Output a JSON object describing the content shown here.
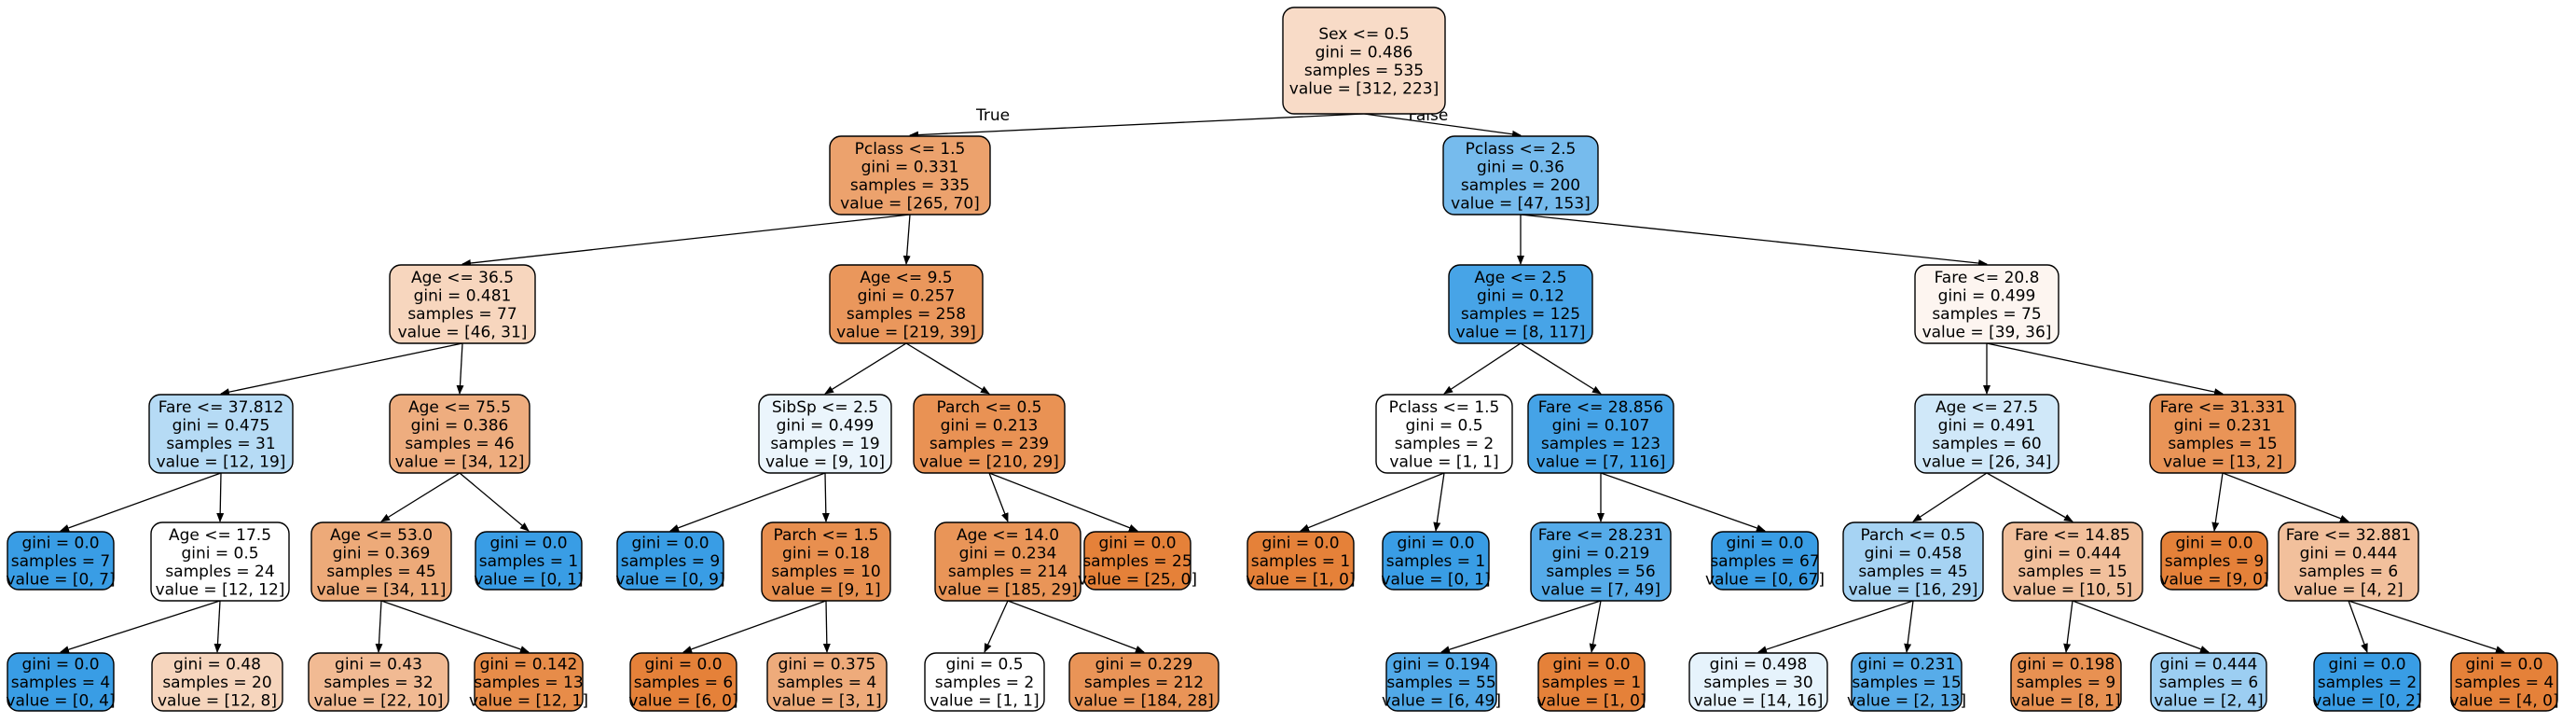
{
  "diagram": {
    "type": "decision-tree",
    "colors": {
      "class0": "#e58139",
      "class1": "#399de5",
      "edge": "#000000",
      "border": "#000000"
    },
    "edge_labels": {
      "true": "True",
      "false": "False"
    },
    "nodes": [
      {
        "id": 0,
        "lines": [
          "Sex <= 0.5",
          "gini = 0.486",
          "samples = 535",
          "value = [312, 223]"
        ],
        "value": [
          312,
          223
        ]
      },
      {
        "id": 1,
        "lines": [
          "Pclass <= 1.5",
          "gini = 0.331",
          "samples = 335",
          "value = [265, 70]"
        ],
        "value": [
          265,
          70
        ]
      },
      {
        "id": 2,
        "lines": [
          "Pclass <= 2.5",
          "gini = 0.36",
          "samples = 200",
          "value = [47, 153]"
        ],
        "value": [
          47,
          153
        ]
      },
      {
        "id": 3,
        "lines": [
          "Age <= 36.5",
          "gini = 0.481",
          "samples = 77",
          "value = [46, 31]"
        ],
        "value": [
          46,
          31
        ]
      },
      {
        "id": 4,
        "lines": [
          "Age <= 9.5",
          "gini = 0.257",
          "samples = 258",
          "value = [219, 39]"
        ],
        "value": [
          219,
          39
        ]
      },
      {
        "id": 5,
        "lines": [
          "Age <= 2.5",
          "gini = 0.12",
          "samples = 125",
          "value = [8, 117]"
        ],
        "value": [
          8,
          117
        ]
      },
      {
        "id": 6,
        "lines": [
          "Fare <= 20.8",
          "gini = 0.499",
          "samples = 75",
          "value = [39, 36]"
        ],
        "value": [
          39,
          36
        ]
      },
      {
        "id": 7,
        "lines": [
          "Fare <= 37.812",
          "gini = 0.475",
          "samples = 31",
          "value = [12, 19]"
        ],
        "value": [
          12,
          19
        ]
      },
      {
        "id": 8,
        "lines": [
          "Age <= 75.5",
          "gini = 0.386",
          "samples = 46",
          "value = [34, 12]"
        ],
        "value": [
          34,
          12
        ]
      },
      {
        "id": 9,
        "lines": [
          "SibSp <= 2.5",
          "gini = 0.499",
          "samples = 19",
          "value = [9, 10]"
        ],
        "value": [
          9,
          10
        ]
      },
      {
        "id": 10,
        "lines": [
          "Parch <= 0.5",
          "gini = 0.213",
          "samples = 239",
          "value = [210, 29]"
        ],
        "value": [
          210,
          29
        ]
      },
      {
        "id": 11,
        "lines": [
          "Pclass <= 1.5",
          "gini = 0.5",
          "samples = 2",
          "value = [1, 1]"
        ],
        "value": [
          1,
          1
        ]
      },
      {
        "id": 12,
        "lines": [
          "Fare <= 28.856",
          "gini = 0.107",
          "samples = 123",
          "value = [7, 116]"
        ],
        "value": [
          7,
          116
        ]
      },
      {
        "id": 13,
        "lines": [
          "Age <= 27.5",
          "gini = 0.491",
          "samples = 60",
          "value = [26, 34]"
        ],
        "value": [
          26,
          34
        ]
      },
      {
        "id": 14,
        "lines": [
          "Fare <= 31.331",
          "gini = 0.231",
          "samples = 15",
          "value = [13, 2]"
        ],
        "value": [
          13,
          2
        ]
      },
      {
        "id": 15,
        "lines": [
          "gini = 0.0",
          "samples = 7",
          "value = [0, 7]"
        ],
        "value": [
          0,
          7
        ]
      },
      {
        "id": 16,
        "lines": [
          "Age <= 17.5",
          "gini = 0.5",
          "samples = 24",
          "value = [12, 12]"
        ],
        "value": [
          12,
          12
        ]
      },
      {
        "id": 17,
        "lines": [
          "Age <= 53.0",
          "gini = 0.369",
          "samples = 45",
          "value = [34, 11]"
        ],
        "value": [
          34,
          11
        ]
      },
      {
        "id": 18,
        "lines": [
          "gini = 0.0",
          "samples = 1",
          "value = [0, 1]"
        ],
        "value": [
          0,
          1
        ]
      },
      {
        "id": 19,
        "lines": [
          "gini = 0.0",
          "samples = 9",
          "value = [0, 9]"
        ],
        "value": [
          0,
          9
        ]
      },
      {
        "id": 20,
        "lines": [
          "Parch <= 1.5",
          "gini = 0.18",
          "samples = 10",
          "value = [9, 1]"
        ],
        "value": [
          9,
          1
        ]
      },
      {
        "id": 21,
        "lines": [
          "Age <= 14.0",
          "gini = 0.234",
          "samples = 214",
          "value = [185, 29]"
        ],
        "value": [
          185,
          29
        ]
      },
      {
        "id": 22,
        "lines": [
          "gini = 0.0",
          "samples = 25",
          "value = [25, 0]"
        ],
        "value": [
          25,
          0
        ]
      },
      {
        "id": 23,
        "lines": [
          "gini = 0.0",
          "samples = 1",
          "value = [1, 0]"
        ],
        "value": [
          1,
          0
        ]
      },
      {
        "id": 24,
        "lines": [
          "gini = 0.0",
          "samples = 1",
          "value = [0, 1]"
        ],
        "value": [
          0,
          1
        ]
      },
      {
        "id": 25,
        "lines": [
          "Fare <= 28.231",
          "gini = 0.219",
          "samples = 56",
          "value = [7, 49]"
        ],
        "value": [
          7,
          49
        ]
      },
      {
        "id": 26,
        "lines": [
          "gini = 0.0",
          "samples = 67",
          "value = [0, 67]"
        ],
        "value": [
          0,
          67
        ]
      },
      {
        "id": 27,
        "lines": [
          "Parch <= 0.5",
          "gini = 0.458",
          "samples = 45",
          "value = [16, 29]"
        ],
        "value": [
          16,
          29
        ]
      },
      {
        "id": 28,
        "lines": [
          "Fare <= 14.85",
          "gini = 0.444",
          "samples = 15",
          "value = [10, 5]"
        ],
        "value": [
          10,
          5
        ]
      },
      {
        "id": 29,
        "lines": [
          "gini = 0.0",
          "samples = 9",
          "value = [9, 0]"
        ],
        "value": [
          9,
          0
        ]
      },
      {
        "id": 30,
        "lines": [
          "Fare <= 32.881",
          "gini = 0.444",
          "samples = 6",
          "value = [4, 2]"
        ],
        "value": [
          4,
          2
        ]
      },
      {
        "id": 31,
        "lines": [
          "gini = 0.0",
          "samples = 4",
          "value = [0, 4]"
        ],
        "value": [
          0,
          4
        ]
      },
      {
        "id": 32,
        "lines": [
          "gini = 0.48",
          "samples = 20",
          "value = [12, 8]"
        ],
        "value": [
          12,
          8
        ]
      },
      {
        "id": 33,
        "lines": [
          "gini = 0.43",
          "samples = 32",
          "value = [22, 10]"
        ],
        "value": [
          22,
          10
        ]
      },
      {
        "id": 34,
        "lines": [
          "gini = 0.142",
          "samples = 13",
          "value = [12, 1]"
        ],
        "value": [
          12,
          1
        ]
      },
      {
        "id": 35,
        "lines": [
          "gini = 0.0",
          "samples = 6",
          "value = [6, 0]"
        ],
        "value": [
          6,
          0
        ]
      },
      {
        "id": 36,
        "lines": [
          "gini = 0.375",
          "samples = 4",
          "value = [3, 1]"
        ],
        "value": [
          3,
          1
        ]
      },
      {
        "id": 37,
        "lines": [
          "gini = 0.5",
          "samples = 2",
          "value = [1, 1]"
        ],
        "value": [
          1,
          1
        ]
      },
      {
        "id": 38,
        "lines": [
          "gini = 0.229",
          "samples = 212",
          "value = [184, 28]"
        ],
        "value": [
          184,
          28
        ]
      },
      {
        "id": 39,
        "lines": [
          "gini = 0.194",
          "samples = 55",
          "value = [6, 49]"
        ],
        "value": [
          6,
          49
        ]
      },
      {
        "id": 40,
        "lines": [
          "gini = 0.0",
          "samples = 1",
          "value = [1, 0]"
        ],
        "value": [
          1,
          0
        ]
      },
      {
        "id": 41,
        "lines": [
          "gini = 0.498",
          "samples = 30",
          "value = [14, 16]"
        ],
        "value": [
          14,
          16
        ]
      },
      {
        "id": 42,
        "lines": [
          "gini = 0.231",
          "samples = 15",
          "value = [2, 13]"
        ],
        "value": [
          2,
          13
        ]
      },
      {
        "id": 43,
        "lines": [
          "gini = 0.198",
          "samples = 9",
          "value = [8, 1]"
        ],
        "value": [
          8,
          1
        ]
      },
      {
        "id": 44,
        "lines": [
          "gini = 0.444",
          "samples = 6",
          "value = [2, 4]"
        ],
        "value": [
          2,
          4
        ]
      },
      {
        "id": 45,
        "lines": [
          "gini = 0.0",
          "samples = 2",
          "value = [0, 2]"
        ],
        "value": [
          0,
          2
        ]
      },
      {
        "id": 46,
        "lines": [
          "gini = 0.0",
          "samples = 4",
          "value = [4, 0]"
        ],
        "value": [
          4,
          0
        ]
      }
    ],
    "edges": [
      [
        0,
        1
      ],
      [
        0,
        2
      ],
      [
        1,
        3
      ],
      [
        1,
        4
      ],
      [
        2,
        5
      ],
      [
        2,
        6
      ],
      [
        3,
        7
      ],
      [
        3,
        8
      ],
      [
        4,
        9
      ],
      [
        4,
        10
      ],
      [
        5,
        11
      ],
      [
        5,
        12
      ],
      [
        6,
        13
      ],
      [
        6,
        14
      ],
      [
        7,
        15
      ],
      [
        7,
        16
      ],
      [
        8,
        17
      ],
      [
        8,
        18
      ],
      [
        9,
        19
      ],
      [
        9,
        20
      ],
      [
        10,
        21
      ],
      [
        10,
        22
      ],
      [
        11,
        23
      ],
      [
        11,
        24
      ],
      [
        12,
        25
      ],
      [
        12,
        26
      ],
      [
        13,
        27
      ],
      [
        13,
        28
      ],
      [
        14,
        29
      ],
      [
        14,
        30
      ],
      [
        16,
        31
      ],
      [
        16,
        32
      ],
      [
        17,
        33
      ],
      [
        17,
        34
      ],
      [
        20,
        35
      ],
      [
        20,
        36
      ],
      [
        21,
        37
      ],
      [
        21,
        38
      ],
      [
        25,
        39
      ],
      [
        25,
        40
      ],
      [
        27,
        41
      ],
      [
        27,
        42
      ],
      [
        28,
        43
      ],
      [
        28,
        44
      ],
      [
        30,
        45
      ],
      [
        30,
        46
      ]
    ]
  }
}
